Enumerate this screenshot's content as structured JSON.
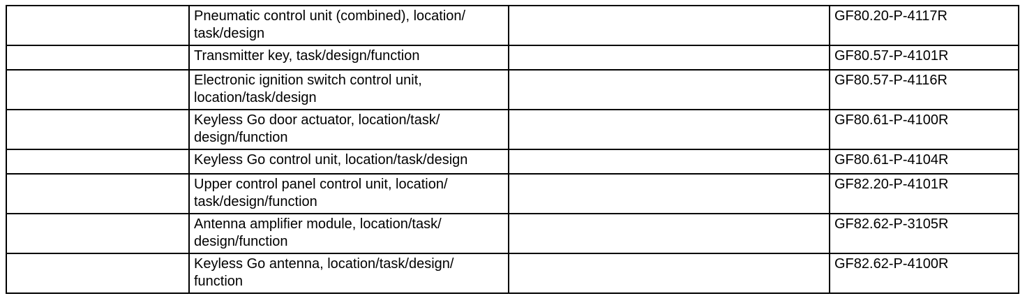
{
  "table": {
    "border_color": "#000000",
    "text_color": "#000000",
    "background_color": "#ffffff",
    "rows": [
      {
        "col1": "",
        "description": "Pneumatic control unit (combined), location/\ntask/design",
        "col3": "",
        "code": "GF80.20-P-4117R"
      },
      {
        "col1": "",
        "description": "Transmitter key, task/design/function",
        "col3": "",
        "code": "GF80.57-P-4101R"
      },
      {
        "col1": "",
        "description": "Electronic ignition switch control unit,\nlocation/task/design",
        "col3": "",
        "code": "GF80.57-P-4116R"
      },
      {
        "col1": "",
        "description": "Keyless Go door actuator, location/task/\ndesign/function",
        "col3": "",
        "code": "GF80.61-P-4100R"
      },
      {
        "col1": "",
        "description": "Keyless Go control unit, location/task/design",
        "col3": "",
        "code": "GF80.61-P-4104R"
      },
      {
        "col1": "",
        "description": "Upper control panel control unit, location/\ntask/design/function",
        "col3": "",
        "code": "GF82.20-P-4101R"
      },
      {
        "col1": "",
        "description": "Antenna amplifier module, location/task/\ndesign/function",
        "col3": "",
        "code": "GF82.62-P-3105R"
      },
      {
        "col1": "",
        "description": "Keyless Go antenna, location/task/design/\nfunction",
        "col3": "",
        "code": "GF82.62-P-4100R"
      }
    ]
  }
}
